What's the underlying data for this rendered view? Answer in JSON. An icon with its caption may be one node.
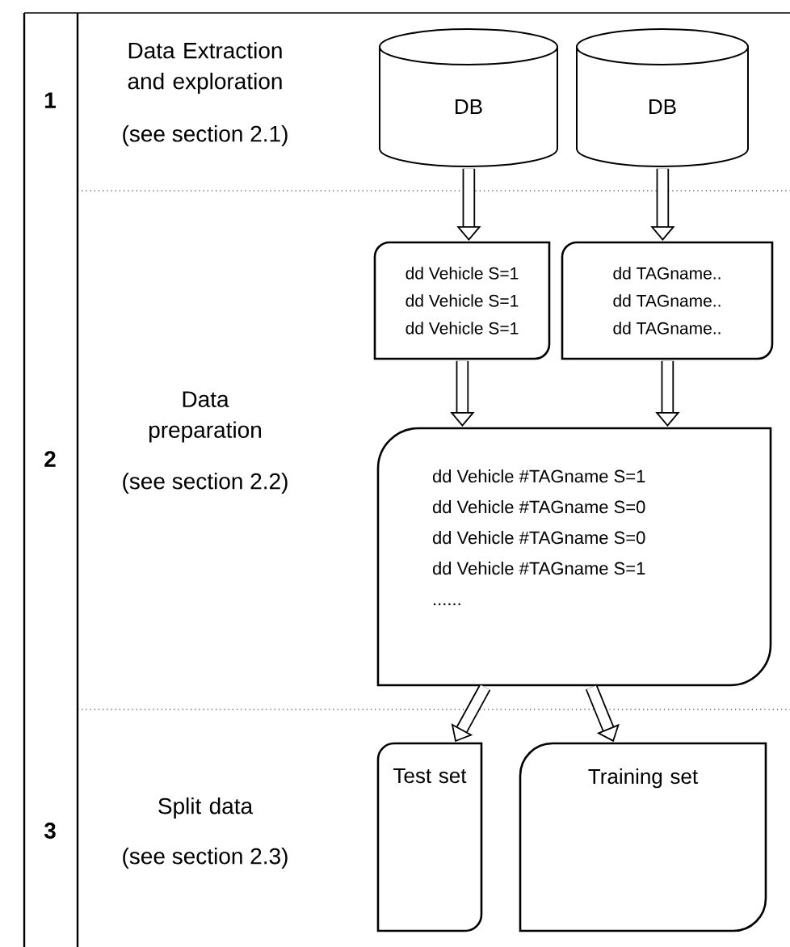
{
  "diagram": {
    "nodes": [
      {
        "text": [
          "DB"
        ]
      },
      {
        "text": [
          "DB"
        ]
      },
      {
        "text": [
          "dd Vehicle S=1",
          "dd Vehicle S=1",
          "dd Vehicle S=1"
        ]
      },
      {
        "text": [
          "dd TAGname..",
          "dd TAGname..",
          "dd TAGname.."
        ]
      },
      {
        "text": [
          "dd Vehicle #TAGname S=1",
          "dd Vehicle #TAGname S=0",
          "dd Vehicle #TAGname S=0",
          "dd Vehicle #TAGname S=1",
          "......"
        ]
      },
      {
        "text": [
          "Test set"
        ]
      },
      {
        "text": [
          "Training set"
        ]
      }
    ],
    "edges": [
      {
        "from": 0,
        "to": 2,
        "arrow": "to"
      },
      {
        "from": 1,
        "to": 3,
        "arrow": "to"
      },
      {
        "from": 2,
        "to": 4,
        "arrow": "to"
      },
      {
        "from": 3,
        "to": 4,
        "arrow": "to"
      },
      {
        "from": 4,
        "to": 5,
        "arrow": "to"
      },
      {
        "from": 4,
        "to": 6,
        "arrow": "to"
      }
    ],
    "labels": [
      "1",
      "Data Extraction and exploration",
      "(see section 2.1)",
      "2",
      "Data preparation",
      "(see section 2.2)",
      "3",
      "Split data",
      "(see section 2.3)"
    ]
  }
}
